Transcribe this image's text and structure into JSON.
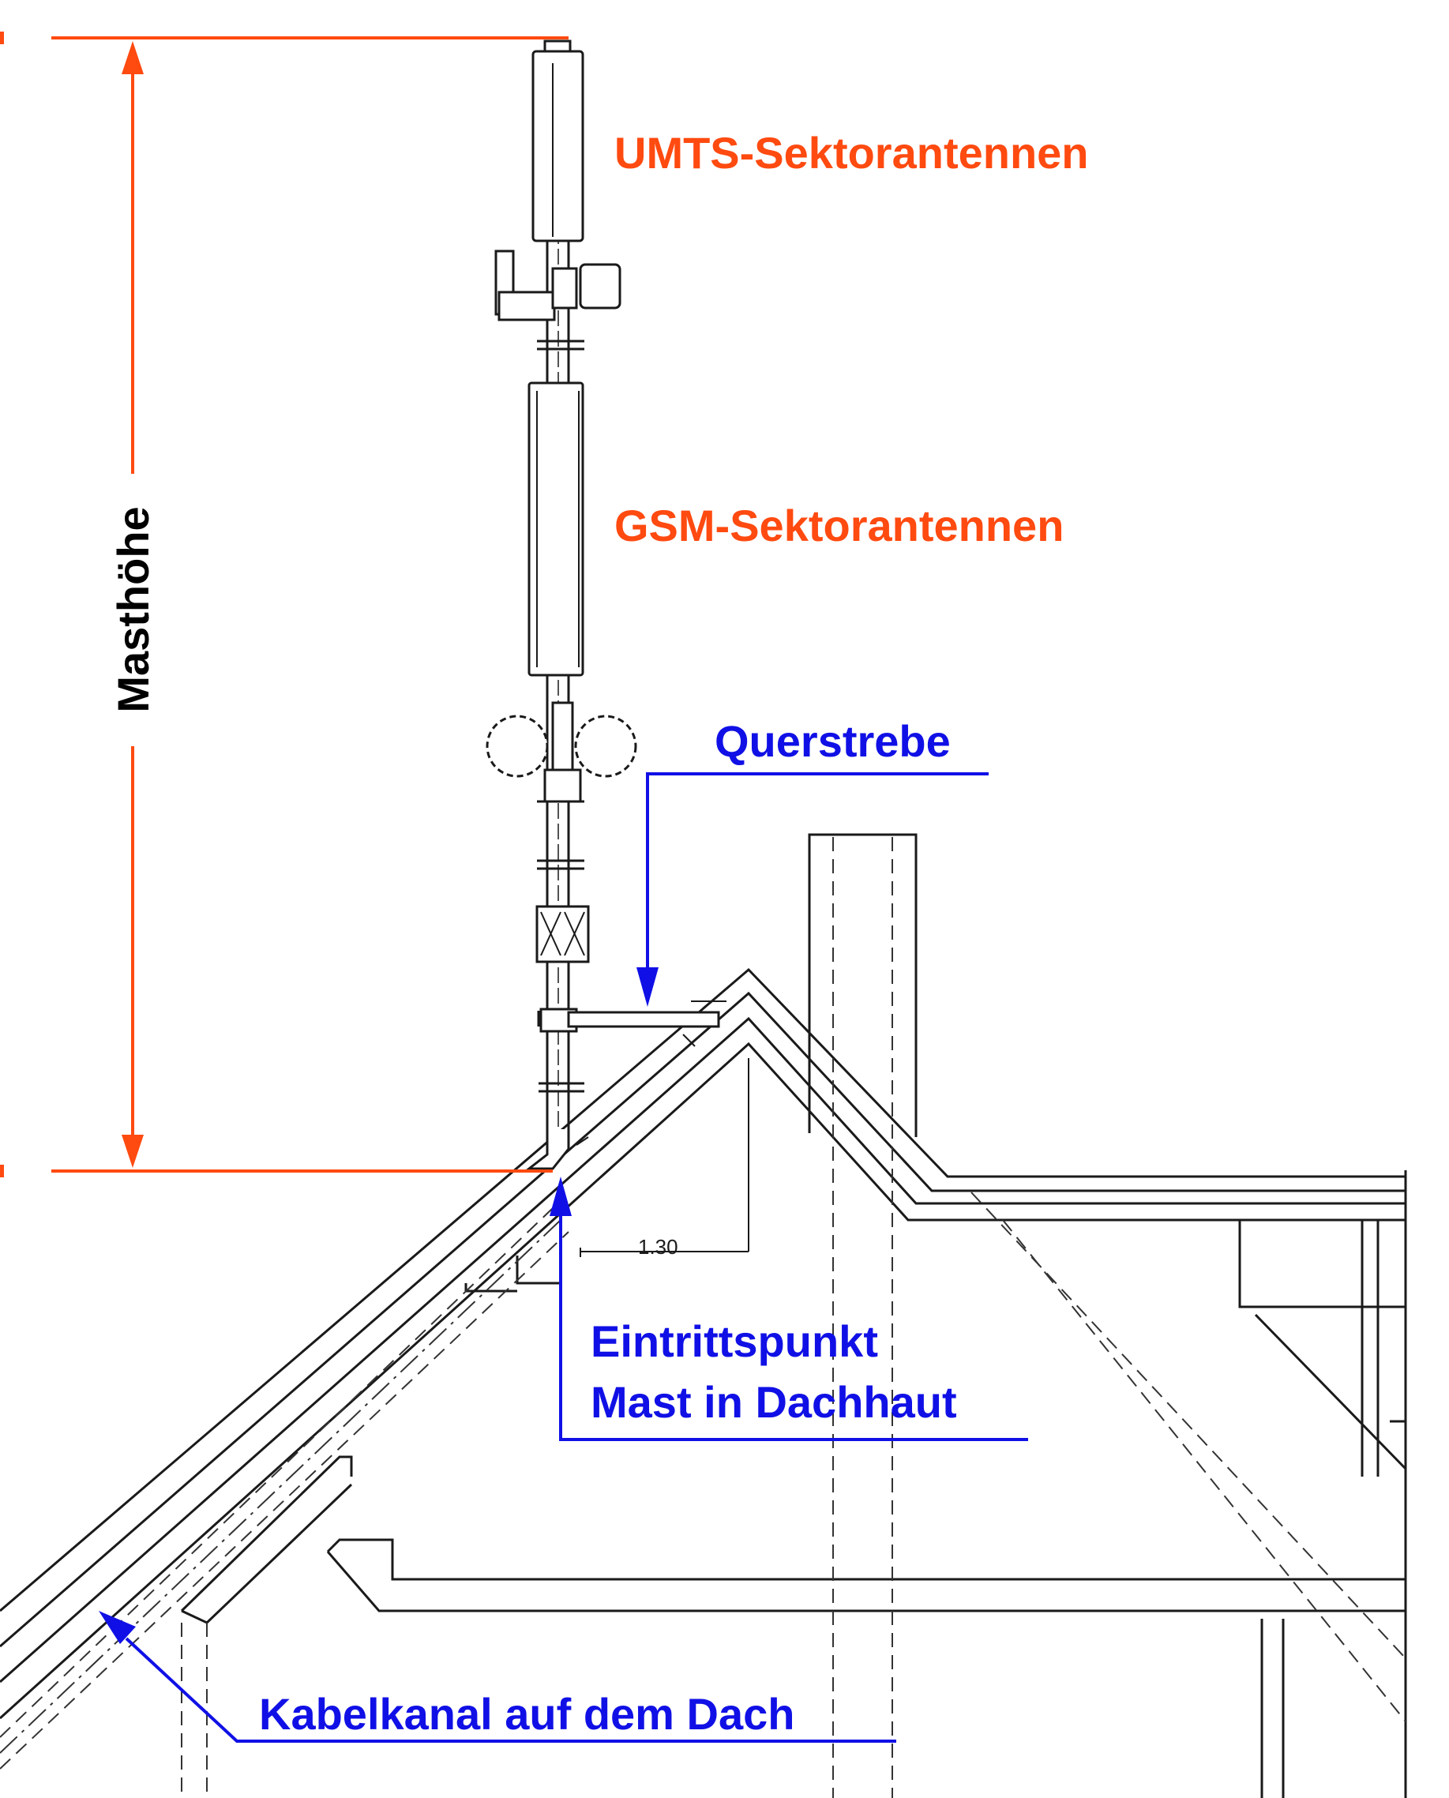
{
  "labels": {
    "umts": "UMTS-Sektorantennen",
    "gsm": "GSM-Sektorantennen",
    "querstrebe": "Querstrebe",
    "eintritt_line1": "Eintrittspunkt",
    "eintritt_line2": "Mast in Dachhaut",
    "kabelkanal": "Kabelkanal auf dem Dach",
    "masthoehe": "Masthöhe",
    "dimension": "1.30"
  },
  "colors": {
    "orange": "#ff4a10",
    "blue": "#1010e6",
    "line": "#1a1a1a"
  }
}
